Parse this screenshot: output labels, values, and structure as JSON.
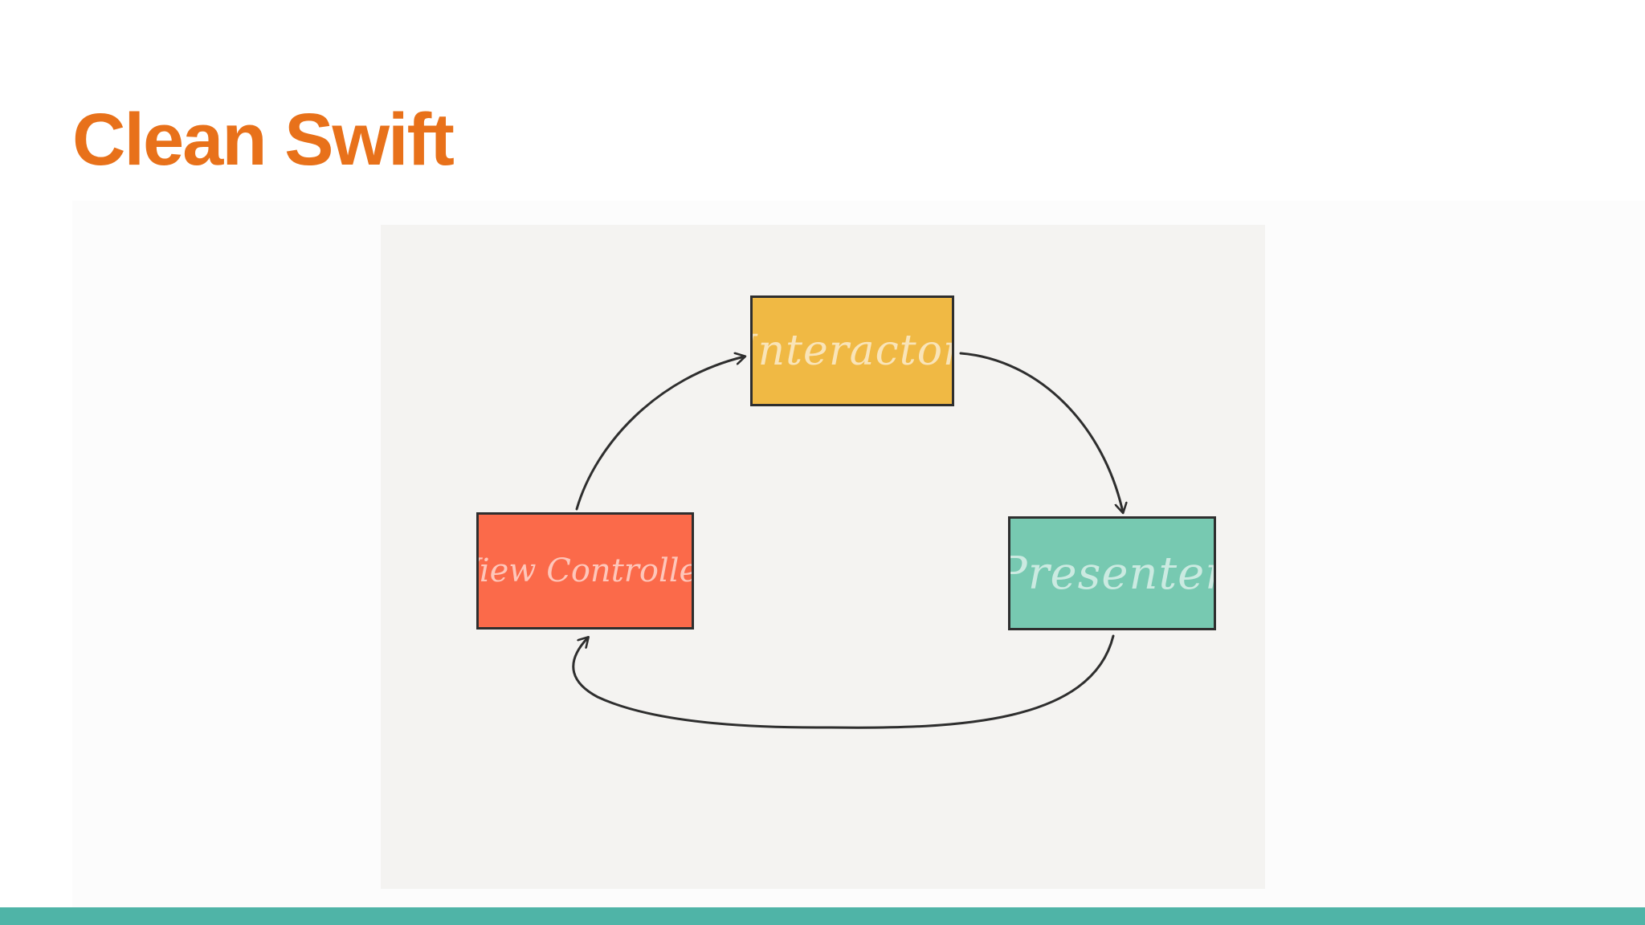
{
  "slide": {
    "title": "Clean Swift",
    "accent_color": "#e8711a",
    "footer_color": "#4fb4a7"
  },
  "diagram": {
    "nodes": [
      {
        "id": "interactor",
        "label": "Interactor",
        "color": "#f0b944"
      },
      {
        "id": "view-controller",
        "label": "View Controller",
        "color": "#fb6a4a"
      },
      {
        "id": "presenter",
        "label": "Presenter",
        "color": "#77c9b1"
      }
    ],
    "edges": [
      {
        "from": "view-controller",
        "to": "interactor"
      },
      {
        "from": "interactor",
        "to": "presenter"
      },
      {
        "from": "presenter",
        "to": "view-controller"
      }
    ]
  }
}
